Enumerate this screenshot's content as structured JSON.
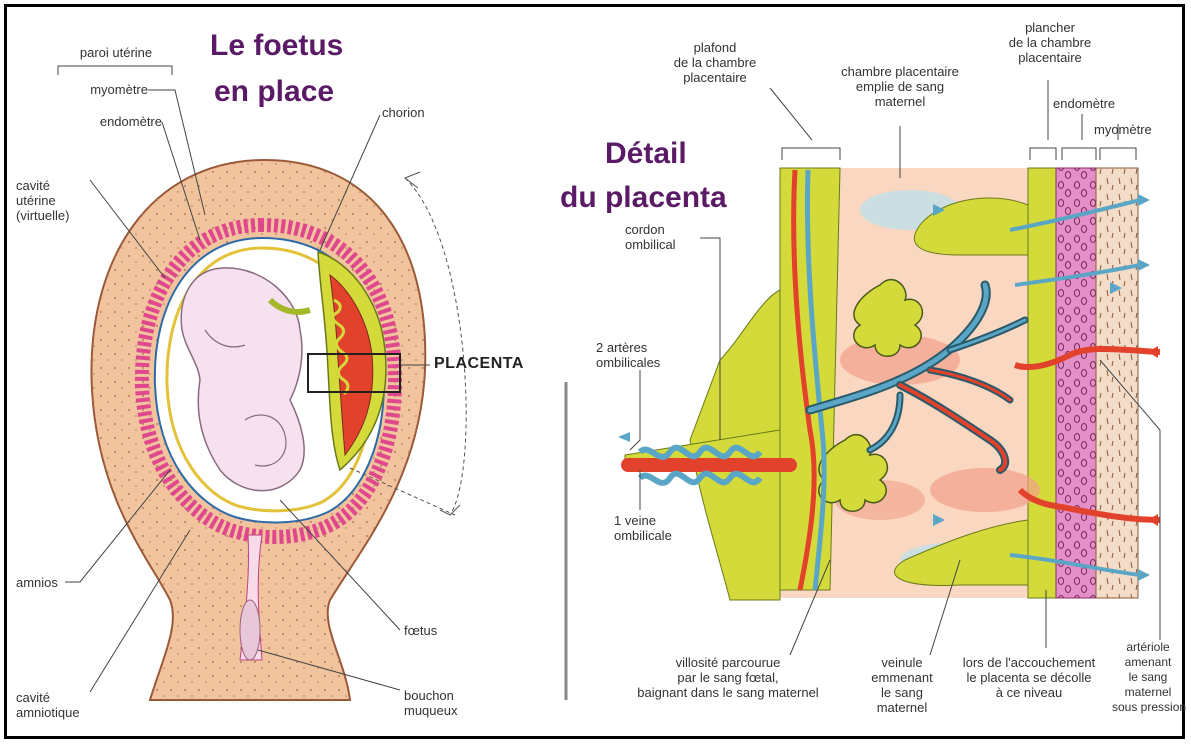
{
  "left": {
    "title_line1": "Le foetus",
    "title_line2": "en place",
    "labels": {
      "paroi": "paroi utérine",
      "myometre": "myomètre",
      "endometre": "endomètre",
      "cavite_uterine": "cavité\nutérine\n(virtuelle)",
      "chorion": "chorion",
      "placenta": "PLACENTA",
      "amnios": "amnios",
      "cavite_amniotique": "cavité\namniotique",
      "foetus": "fœtus",
      "bouchon": "bouchon\nmuqueux"
    }
  },
  "right": {
    "title_line1": "Détail",
    "title_line2": "du placenta",
    "labels": {
      "plafond": "plafond\nde la chambre\nplacentaire",
      "chambre": "chambre placentaire\nemplie de sang\nmaternel",
      "plancher": "plancher\nde la chambre\nplacentaire",
      "endometre": "endomètre",
      "myometre": "myomètre",
      "cordon": "cordon\nombilical",
      "arteres": "2 artères\nombilicales",
      "veine": "1 veine\nombilicale",
      "villosite": "villosité parcourue\npar le sang fœtal,\nbaignant dans le sang maternel",
      "veinule": "veinule\nemmenant\nle sang\nmaternel",
      "accouchement": "lors de l'accouchement\nle placenta se décolle\nà ce niveau",
      "arteriole": "artériole\namenant\nle sang\nmaternel\nsous pression"
    }
  },
  "colors": {
    "title": "#5a1a66",
    "muscle": "#f2c49e",
    "endometrium": "#e0488e",
    "placenta_yellow": "#d4da3a",
    "artery_red": "#e2412c",
    "vein_blue": "#5aa6c6",
    "chamber": "#f9d7c0",
    "fetus": "#f6e2ef"
  }
}
